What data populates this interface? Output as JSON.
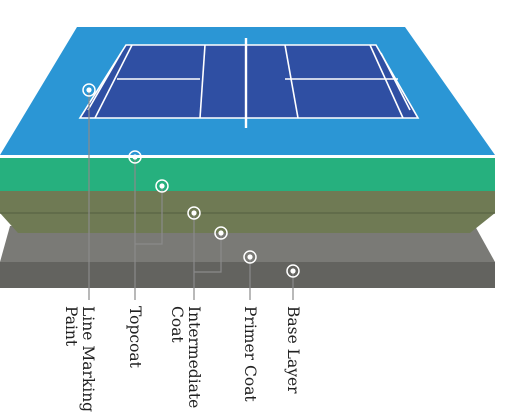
{
  "diagram": {
    "layers": [
      {
        "id": "court-surface",
        "color": "#2b96d5"
      },
      {
        "id": "topcoat",
        "color": "#26b07e"
      },
      {
        "id": "intermediate-coat-1",
        "color": "#6f7a54"
      },
      {
        "id": "intermediate-coat-2",
        "color": "#6f7a54"
      },
      {
        "id": "primer-coat",
        "color": "#7a7a76"
      },
      {
        "id": "base-layer",
        "color": "#63635f"
      }
    ],
    "court_color": "#2f4fa3",
    "line_color": "#ffffff",
    "leader_color": "#8a8a8a"
  },
  "labels": {
    "line_marking_paint": [
      "Line Marking",
      "Paint"
    ],
    "topcoat": "Topcoat",
    "intermediate_coat": [
      "Intermediate",
      "Coat"
    ],
    "primer_coat": "Primer Coat",
    "base_layer": "Base Layer"
  }
}
